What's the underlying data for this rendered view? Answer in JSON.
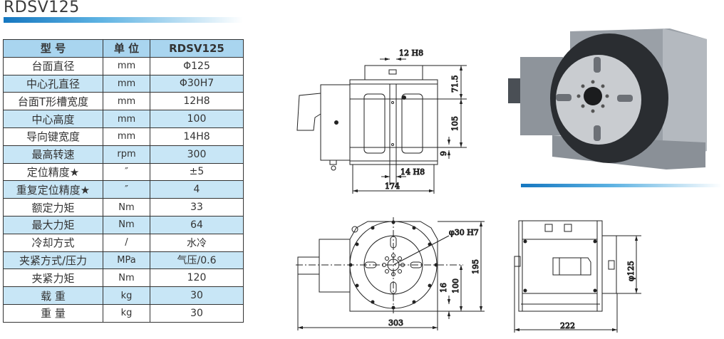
{
  "title": "RDSV125",
  "table": {
    "headers": [
      "型 号",
      "单 位",
      "RDSV125"
    ],
    "rows": [
      [
        "台面直径",
        "mm",
        "Φ125"
      ],
      [
        "中心孔直径",
        "mm",
        "Φ30H7"
      ],
      [
        "台面T形槽宽度",
        "mm",
        "12H8"
      ],
      [
        "中心高度",
        "mm",
        "100"
      ],
      [
        "导向键宽度",
        "mm",
        "14H8"
      ],
      [
        "最高转速",
        "rpm",
        "300"
      ],
      [
        "定位精度★",
        "″",
        "±5"
      ],
      [
        "重复定位精度★",
        "″",
        "4"
      ],
      [
        "额定力矩",
        "Nm",
        "33"
      ],
      [
        "最大力矩",
        "Nm",
        "64"
      ],
      [
        "冷却方式",
        "/",
        "水冷"
      ],
      [
        "夹紧方式/压力",
        "MPa",
        "气压/0.6"
      ],
      [
        "夹紧力矩",
        "Nm",
        "120"
      ],
      [
        "载 重",
        "kg",
        "30"
      ],
      [
        "重 量",
        "kg",
        "30"
      ]
    ]
  },
  "drawings": {
    "top_view": {
      "slot_width": "12 H8",
      "key_width": "14 H8",
      "height_top": "71.5",
      "hole_spacing": "105",
      "offset": "9",
      "width": "174"
    },
    "front_view": {
      "center_hole": "φ30 H7",
      "total_height": "195",
      "center_height": "100",
      "base_height": "16",
      "total_width": "303"
    },
    "side_view": {
      "table_diameter": "φ125",
      "depth": "222"
    }
  },
  "colors": {
    "accent": "#1577c0",
    "row_blue": "#c8e6f6",
    "header_blue": "#a9d5ef"
  }
}
